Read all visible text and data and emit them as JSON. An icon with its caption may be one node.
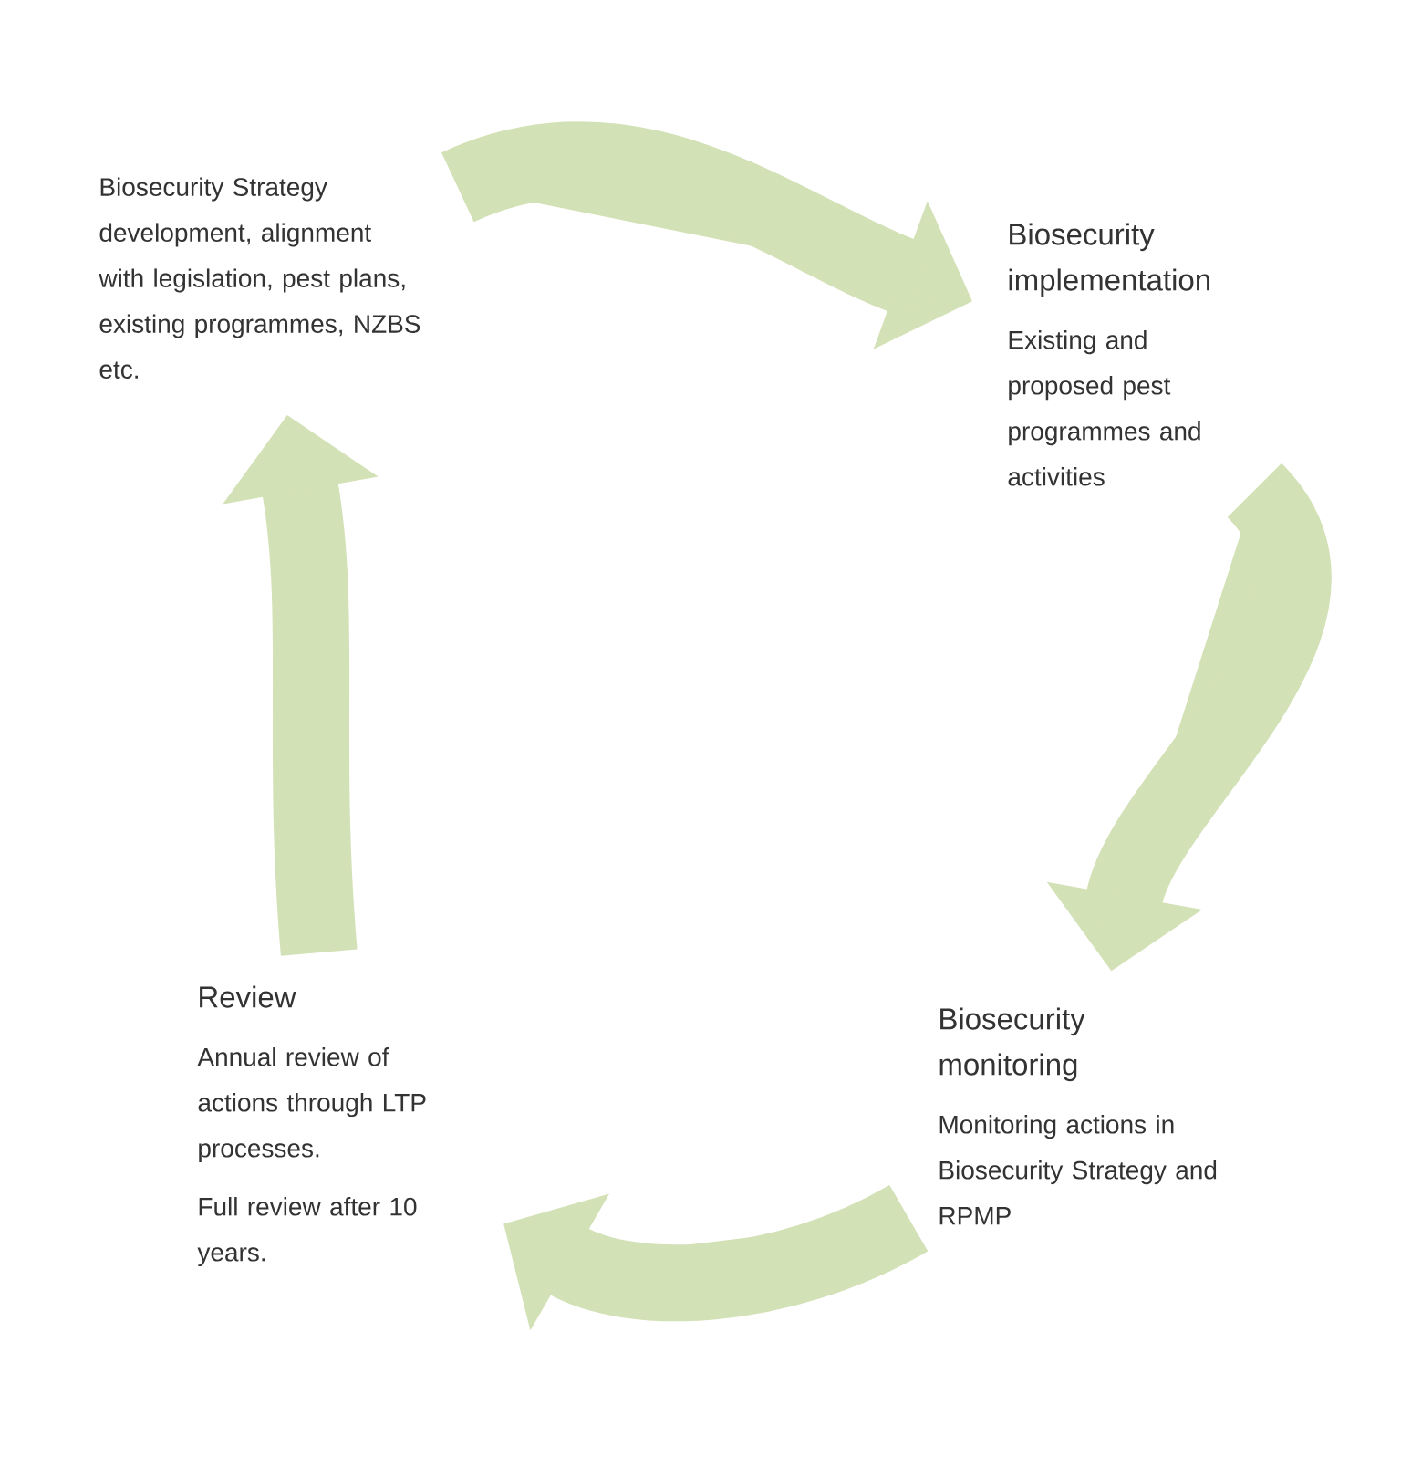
{
  "diagram": {
    "nodes": [
      {
        "text": [
          "Biosecurity Strategy development, alignment with legislation, pest plans, existing programmes, NZBS etc."
        ]
      },
      {
        "text": [
          "Biosecurity implementation",
          "Existing and proposed pest programmes and activities"
        ]
      },
      {
        "text": [
          "Biosecurity monitoring",
          "Monitoring actions in Biosecurity Strategy and RPMP"
        ]
      },
      {
        "text": [
          "Review",
          "Annual review of actions through LTP processes.",
          "Full review after 10 years."
        ]
      }
    ],
    "edges": [
      {
        "from": 0,
        "to": 1,
        "arrow": "to"
      },
      {
        "from": 1,
        "to": 2,
        "arrow": "to"
      },
      {
        "from": 2,
        "to": 3,
        "arrow": "to"
      },
      {
        "from": 3,
        "to": 0,
        "arrow": "to"
      }
    ]
  }
}
